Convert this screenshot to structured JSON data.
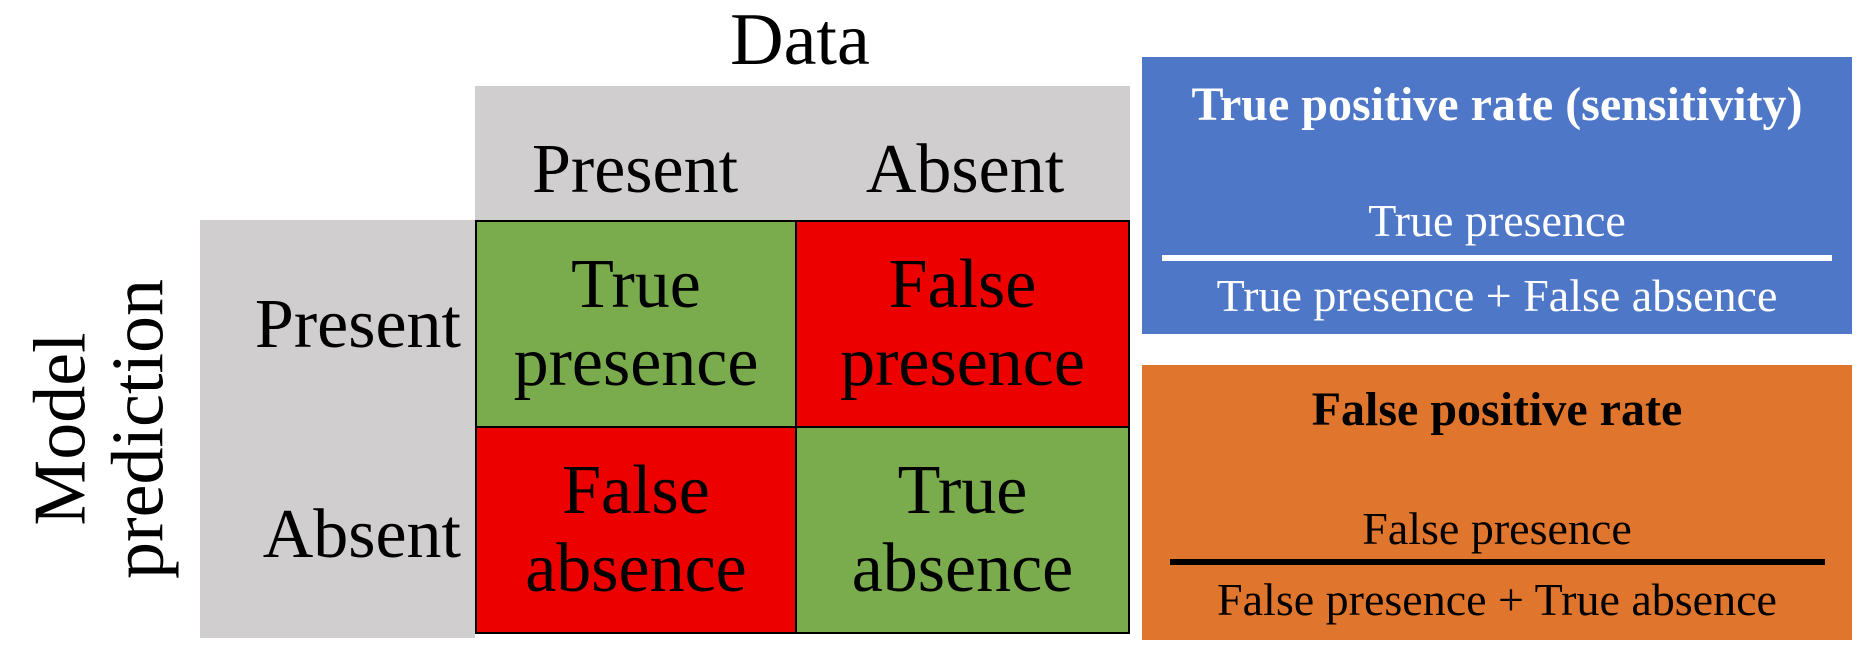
{
  "diagram": {
    "data_title": "Data",
    "axis_label_line1": "Model",
    "axis_label_line2": "prediction",
    "columns": [
      "Present",
      "Absent"
    ],
    "rows": [
      "Present",
      "Absent"
    ],
    "cells": {
      "true_presence": [
        "True",
        "presence"
      ],
      "false_presence": [
        "False",
        "presence"
      ],
      "false_absence": [
        "False",
        "absence"
      ],
      "true_absence": [
        "True",
        "absence"
      ]
    }
  },
  "tpr": {
    "title": "True positive rate (sensitivity)",
    "numerator": "True presence",
    "denominator": "True presence + False absence"
  },
  "fpr": {
    "title": "False positive rate",
    "numerator": "False presence",
    "denominator": "False presence + True absence"
  },
  "colors": {
    "header_gray": "#d0cece",
    "correct_green": "#7aab4c",
    "error_red": "#ec0000",
    "tpr_blue": "#4e77c7",
    "fpr_orange": "#e0762d"
  }
}
